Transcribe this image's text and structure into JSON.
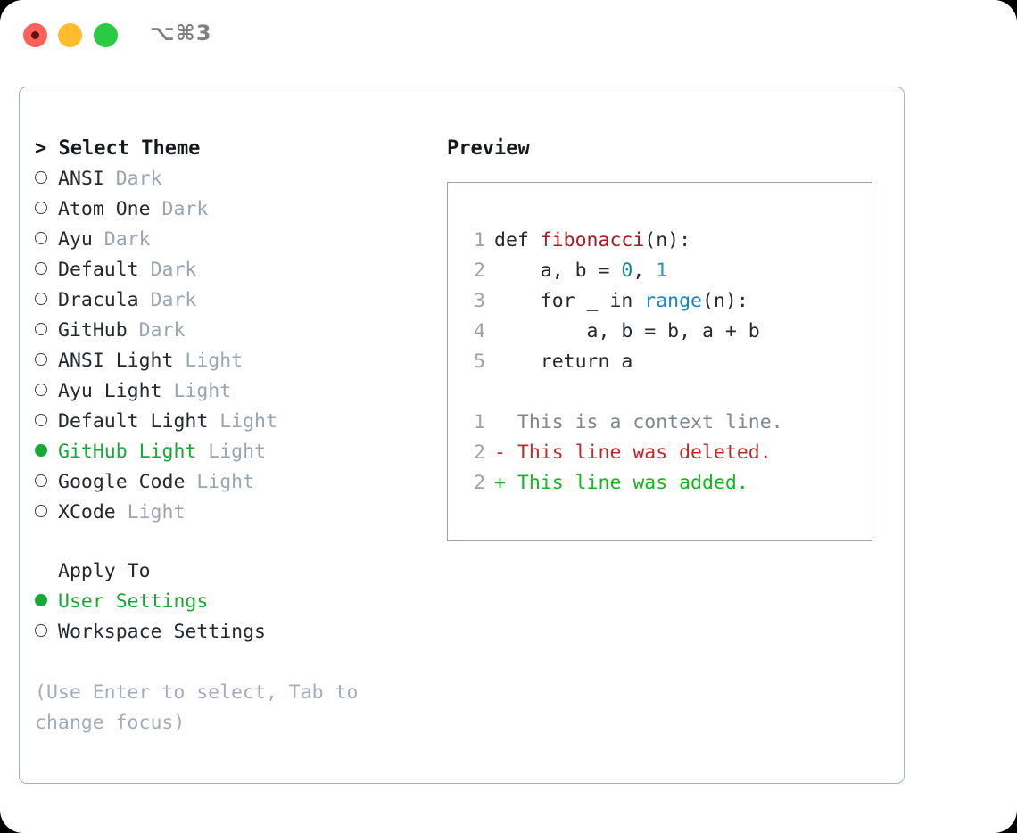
{
  "window": {
    "shortcut": "⌥⌘3",
    "traffic_lights": [
      {
        "name": "close",
        "color": "#ff6159",
        "recording": true
      },
      {
        "name": "minimize",
        "color": "#ffbd2e",
        "recording": false
      },
      {
        "name": "maximize",
        "color": "#2acb42",
        "recording": false
      }
    ]
  },
  "theme_panel": {
    "header": "> Select Theme",
    "items": [
      {
        "name": "ANSI",
        "badge": "Dark",
        "selected": false
      },
      {
        "name": "Atom One",
        "badge": "Dark",
        "selected": false
      },
      {
        "name": "Ayu",
        "badge": "Dark",
        "selected": false
      },
      {
        "name": "Default",
        "badge": "Dark",
        "selected": false
      },
      {
        "name": "Dracula",
        "badge": "Dark",
        "selected": false
      },
      {
        "name": "GitHub",
        "badge": "Dark",
        "selected": false
      },
      {
        "name": "ANSI Light",
        "badge": "Light",
        "selected": false
      },
      {
        "name": "Ayu Light",
        "badge": "Light",
        "selected": false
      },
      {
        "name": "Default Light",
        "badge": "Light",
        "selected": false
      },
      {
        "name": "GitHub Light",
        "badge": "Light",
        "selected": true
      },
      {
        "name": "Google Code",
        "badge": "Light",
        "selected": false
      },
      {
        "name": "XCode",
        "badge": "Light",
        "selected": false
      }
    ]
  },
  "apply_to": {
    "header": "Apply To",
    "options": [
      {
        "label": "User Settings",
        "selected": true
      },
      {
        "label": "Workspace Settings",
        "selected": false
      }
    ]
  },
  "hint": "(Use Enter to select, Tab to change focus)",
  "preview": {
    "title": "Preview",
    "code_lines": [
      {
        "no": "1",
        "tokens": [
          {
            "t": "def ",
            "c": "plain"
          },
          {
            "t": "fibonacci",
            "c": "fn"
          },
          {
            "t": "(n):",
            "c": "plain"
          }
        ]
      },
      {
        "no": "2",
        "tokens": [
          {
            "t": "    a, b = ",
            "c": "plain"
          },
          {
            "t": "0",
            "c": "num"
          },
          {
            "t": ", ",
            "c": "plain"
          },
          {
            "t": "1",
            "c": "num2"
          }
        ]
      },
      {
        "no": "3",
        "tokens": [
          {
            "t": "    for _ in ",
            "c": "plain"
          },
          {
            "t": "range",
            "c": "builtin"
          },
          {
            "t": "(n):",
            "c": "plain"
          }
        ]
      },
      {
        "no": "4",
        "tokens": [
          {
            "t": "        a, b = b, a + b",
            "c": "plain"
          }
        ]
      },
      {
        "no": "5",
        "tokens": [
          {
            "t": "    return a",
            "c": "plain"
          }
        ]
      }
    ],
    "diff_lines": [
      {
        "no": "1",
        "marker": " ",
        "text": " This is a context line.",
        "kind": "ctx"
      },
      {
        "no": "2",
        "marker": "-",
        "text": " This line was deleted.",
        "kind": "del"
      },
      {
        "no": "2",
        "marker": "+",
        "text": " This line was added.",
        "kind": "add"
      }
    ]
  },
  "colors": {
    "selected_green": "#16a934",
    "badge_gray": "#9aa5b4",
    "hint_gray": "#a3adbb",
    "border": "#a5afbd",
    "preview_border": "#9aa5b4",
    "diff_add": "#14b721",
    "diff_del": "#c62828",
    "diff_ctx": "#7e868f",
    "syntax_function": "#a61c21",
    "syntax_number": "#0f8a8a",
    "syntax_builtin": "#1585c7"
  }
}
